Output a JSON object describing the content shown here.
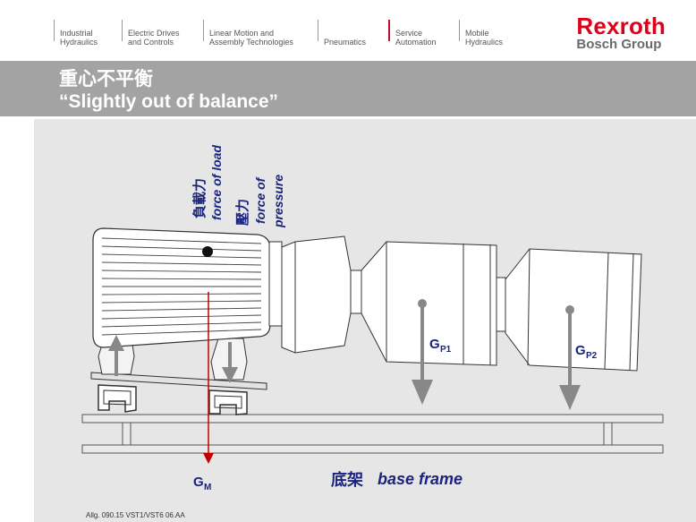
{
  "nav": {
    "items": [
      {
        "line1": "Industrial",
        "line2": "Hydraulics"
      },
      {
        "line1": "Electric Drives",
        "line2": "and Controls"
      },
      {
        "line1": "Linear Motion and",
        "line2": "Assembly Technologies"
      },
      {
        "line1": "",
        "line2": "Pneumatics"
      },
      {
        "line1": "Service",
        "line2": "Automation"
      },
      {
        "line1": "Mobile",
        "line2": "Hydraulics"
      }
    ],
    "active_index": 4
  },
  "logo": {
    "brand": "Rexroth",
    "group": "Bosch Group"
  },
  "title": {
    "cn": "重心不平衡",
    "en": "“Slightly out of balance”"
  },
  "diagram": {
    "load_cn": "負載力",
    "load_en": "force of load",
    "pressure_cn": "壓力",
    "pressure_en1": "force of",
    "pressure_en2": "pressure",
    "gp1": "G",
    "gp1_sub": "P1",
    "gp2": "G",
    "gp2_sub": "P2",
    "gm": "G",
    "gm_sub": "M",
    "base_cn": "底架",
    "base_en": "base frame"
  },
  "footer": "Allg. 090.15 VST1/VST6 06.AA",
  "colors": {
    "brand_red": "#e0001b",
    "label_blue": "#1a237e",
    "arrow_red": "#c00000",
    "title_bar": "#a3a3a3"
  }
}
